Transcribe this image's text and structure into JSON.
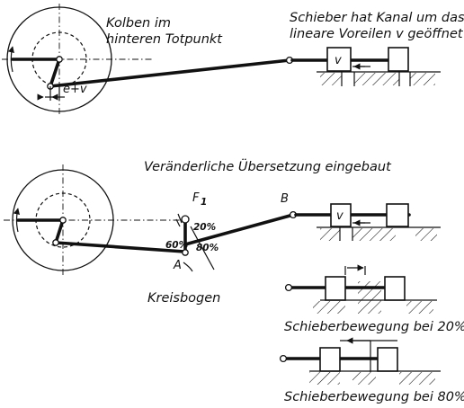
{
  "top": {
    "crank_label_line1": "Kolben im",
    "crank_label_line2": "hinteren Totpunkt",
    "valve_label_line1": "Schieber hat Kanal um das",
    "valve_label_line2": "lineare Voreilen v geöffnet",
    "offset_label": "e+v",
    "lead_label": "v"
  },
  "middle": {
    "heading": "Veränderliche Übersetzung eingebaut",
    "pivot_label": "F",
    "pivot_sub": "1",
    "point_b": "B",
    "point_a": "A",
    "pct_20": "20%",
    "pct_60": "60%",
    "pct_80": "80%",
    "arc_label": "Kreisbogen",
    "lead_label": "v"
  },
  "bottom": {
    "caption_20": "Schieberbewegung bei 20%",
    "caption_80": "Schieberbewegung bei 80%"
  }
}
